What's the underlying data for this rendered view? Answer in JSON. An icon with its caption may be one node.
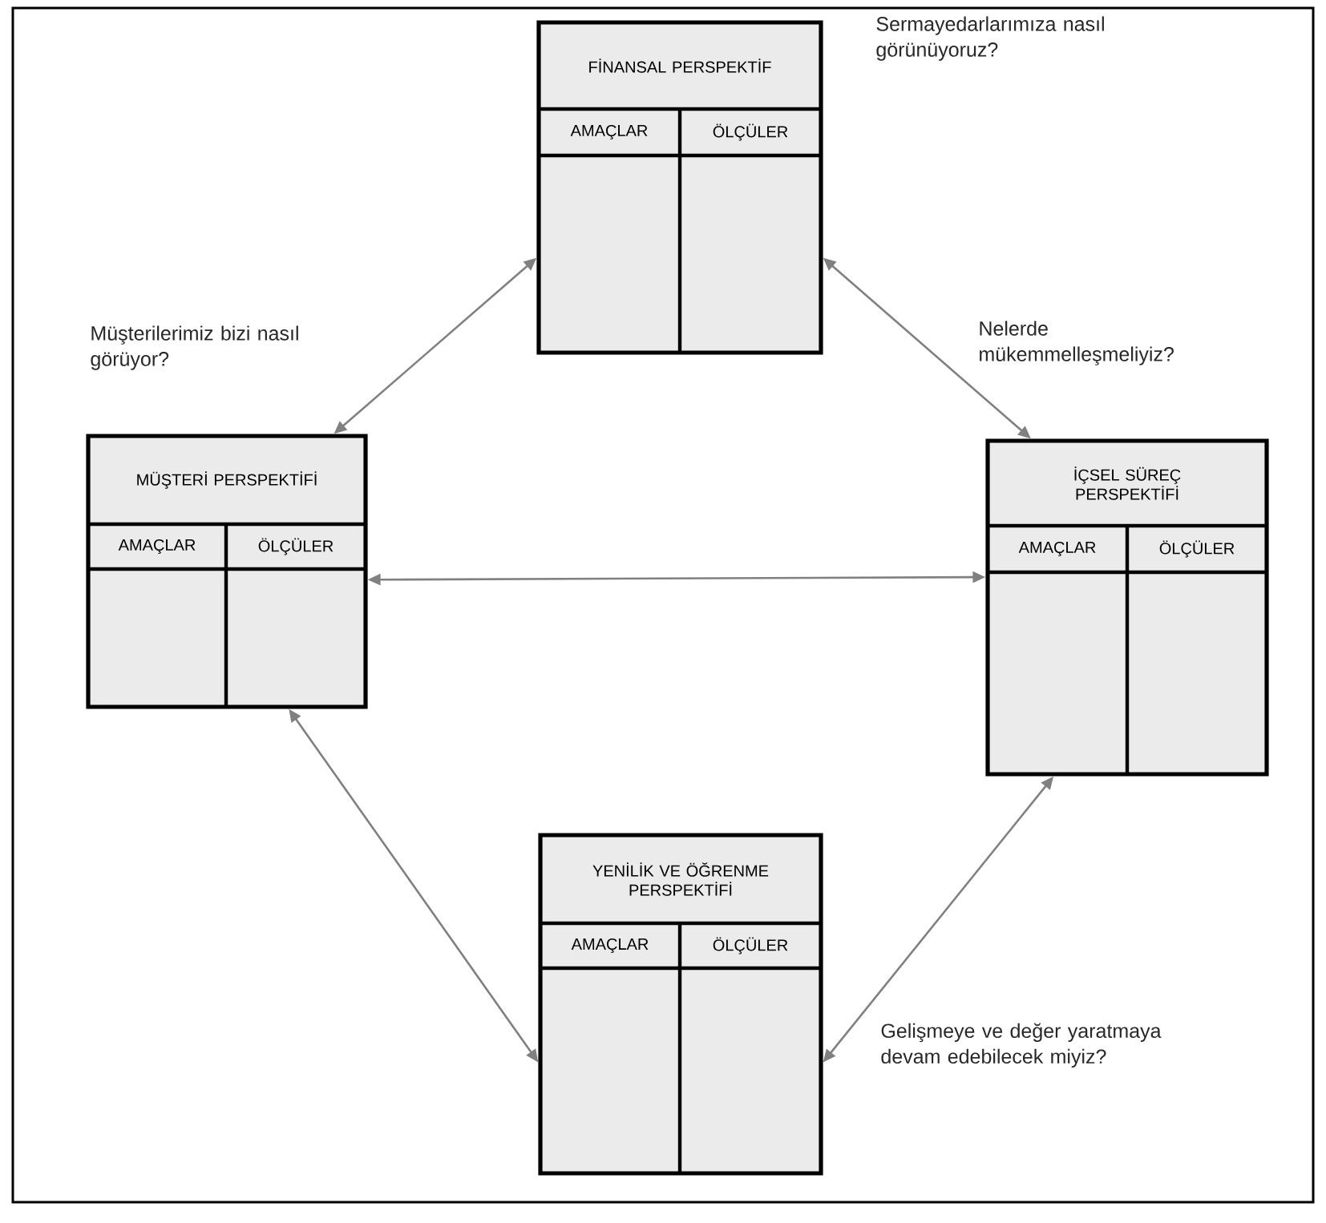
{
  "diagram": {
    "nodes": [
      {
        "text": [
          "FİNANSAL PERSPEKTİF",
          "AMAÇLAR",
          "ÖLÇÜLER"
        ],
        "beside": [
          "Sermayedarlarımıza nasıl görünüyoruz?"
        ]
      },
      {
        "text": [
          "MÜŞTERİ PERSPEKTİFİ",
          "AMAÇLAR",
          "ÖLÇÜLER"
        ],
        "beside": [
          "Müşterilerimiz bizi nasıl görüyor?"
        ]
      },
      {
        "text": [
          "İÇSEL SÜREÇ PERSPEKTİFİ",
          "AMAÇLAR",
          "ÖLÇÜLER"
        ],
        "beside": [
          "Nelerde mükemmelleşmeliyiz?"
        ]
      },
      {
        "text": [
          "YENİLİK VE ÖĞRENME PERSPEKTİFİ",
          "AMAÇLAR",
          "ÖLÇÜLER"
        ],
        "beside": [
          "Gelişmeye ve değer yaratmaya devam edebilecek miyiz?"
        ]
      }
    ],
    "edges": [
      {
        "from": 0,
        "to": 1,
        "arrow": "both"
      },
      {
        "from": 0,
        "to": 2,
        "arrow": "both"
      },
      {
        "from": 1,
        "to": 2,
        "arrow": "both"
      },
      {
        "from": 1,
        "to": 3,
        "arrow": "both"
      },
      {
        "from": 3,
        "to": 2,
        "arrow": "both"
      }
    ]
  }
}
